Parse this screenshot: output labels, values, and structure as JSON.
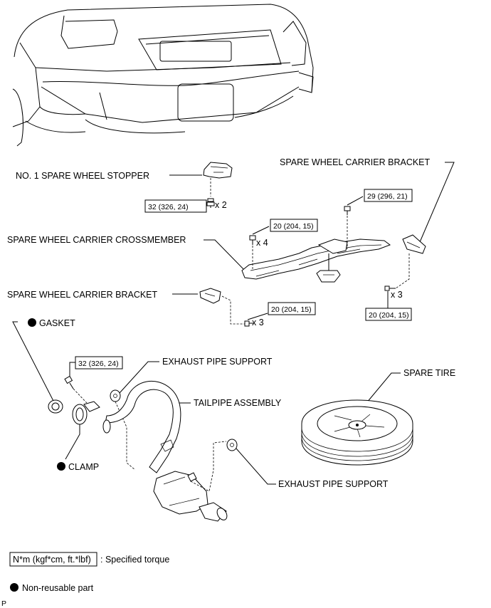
{
  "labels": {
    "no1_stopper": "NO. 1 SPARE WHEEL STOPPER",
    "bracket_right": "SPARE WHEEL CARRIER BRACKET",
    "crossmember": "SPARE WHEEL CARRIER CROSSMEMBER",
    "bracket_left": "SPARE WHEEL CARRIER BRACKET",
    "gasket": "GASKET",
    "exhaust_support_top": "EXHAUST PIPE SUPPORT",
    "spare_tire": "SPARE TIRE",
    "tailpipe": "TAILPIPE ASSEMBLY",
    "clamp": "CLAMP",
    "exhaust_support_bottom": "EXHAUST PIPE SUPPORT"
  },
  "torques": {
    "stopper_bolt": "32 (326, 24)",
    "crossmember_center": "29 (296, 21)",
    "crossmember_left": "20 (204, 15)",
    "bracket_left_bolt": "20 (204, 15)",
    "bracket_right_bolt": "20 (204, 15)",
    "clamp_bolt": "32 (326, 24)"
  },
  "quantities": {
    "stopper_bolt": "x 2",
    "crossmember_left": "x 4",
    "bracket_left_bolt": "x 3",
    "bracket_right_bolt": "x 3"
  },
  "legend": {
    "torque_key": "N*m (kgf*cm, ft.*lbf)",
    "torque_desc": ": Specified torque",
    "nonreusable": "Non-reusable part"
  },
  "footer_mark": "P"
}
